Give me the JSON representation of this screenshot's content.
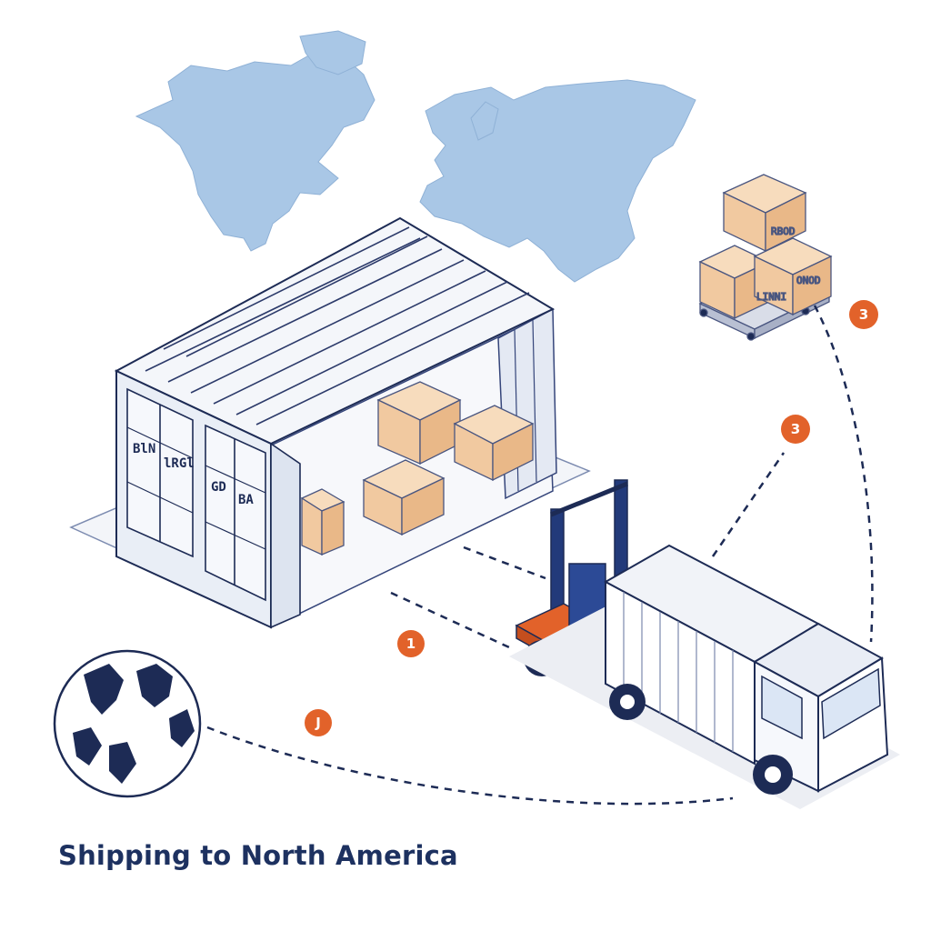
{
  "caption": "Shipping to North America",
  "steps": [
    {
      "id": "step-1-forklift",
      "label": "1"
    },
    {
      "id": "step-j-globe",
      "label": "J"
    },
    {
      "id": "step-3-truck",
      "label": "3"
    },
    {
      "id": "step-3-pallet",
      "label": "3"
    }
  ],
  "container_door_labels": [
    "BlN",
    "lRGl",
    "GD",
    "BA"
  ],
  "pallet_box_labels": [
    "RBOD",
    "LINNI",
    "ONOD"
  ],
  "colors": {
    "navy": "#1d2b55",
    "accent_orange": "#e2622a",
    "map_blue": "#a9c7e6",
    "cardboard": "#f1c9a0"
  }
}
